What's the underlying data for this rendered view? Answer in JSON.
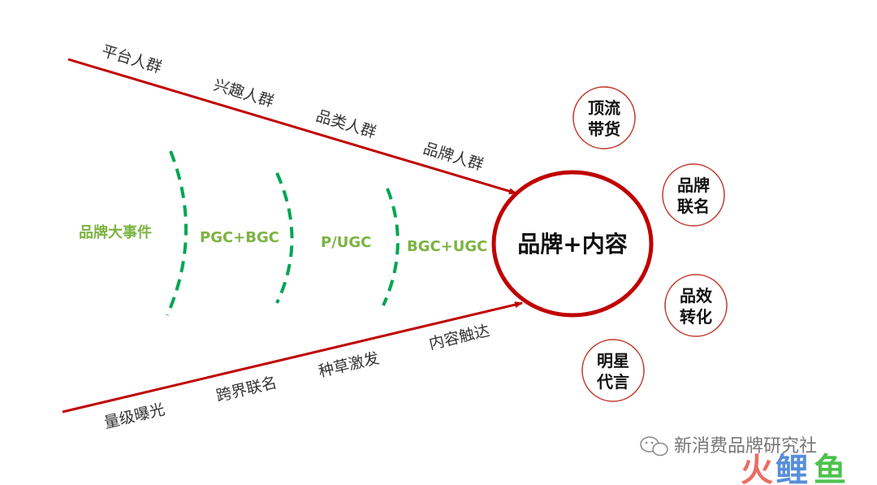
{
  "colors": {
    "arrow": "#c00000",
    "dash": "#00a651",
    "green_label": "#7cb342",
    "center_ring": "#c00000",
    "node_ring": "#c0392b",
    "watermark": "#777777",
    "logo_red": "#e8534a",
    "logo_blue": "#3a7bd5",
    "logo_green": "#2eb82e"
  },
  "upper_arrow": {
    "labels": [
      "平台人群",
      "兴趣人群",
      "品类人群",
      "品牌人群"
    ]
  },
  "lower_arrow": {
    "labels": [
      "量级曝光",
      "跨界联名",
      "种草激发",
      "内容触达"
    ]
  },
  "stages": [
    "品牌大事件",
    "PGC+BGC",
    "P/UGC",
    "BGC+UGC"
  ],
  "center": {
    "label": "品牌+内容"
  },
  "nodes": [
    {
      "line1": "顶流",
      "line2": "带货"
    },
    {
      "line1": "品牌",
      "line2": "联名"
    },
    {
      "line1": "品效",
      "line2": "转化"
    },
    {
      "line1": "明星",
      "line2": "代言"
    }
  ],
  "watermark": {
    "icon": "wechat-icon",
    "text": "新消费品牌研究社"
  },
  "logo": {
    "chars": [
      "火",
      "鲤",
      "鱼"
    ]
  }
}
